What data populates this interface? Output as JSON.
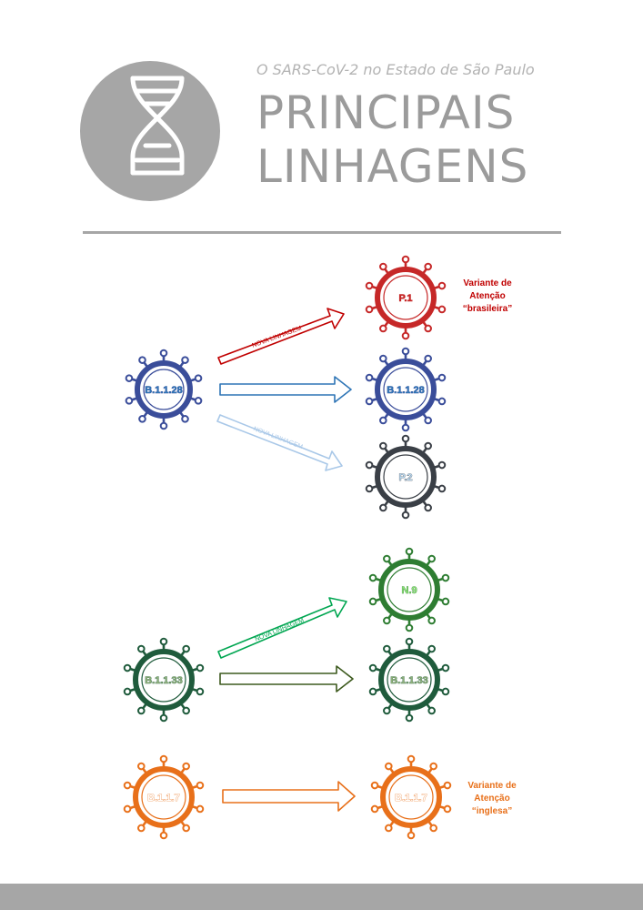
{
  "header": {
    "subtitle": "O SARS-CoV-2 no Estado de São Paulo",
    "title_line1": "PRINCIPAIS",
    "title_line2": "LINHAGENS",
    "logo_icon": "dna-icon"
  },
  "colors": {
    "gray": "#a6a6a6",
    "p1": "#c62828",
    "b1128": "#3a4d9a",
    "b1128_text": "#2e75b6",
    "p2": "#3a3f46",
    "p2_text": "#b9d7ee",
    "b1133": "#1f5b3c",
    "b1133_text": "#8faf7a",
    "n9": "#2e7d32",
    "n9_text": "#8ee07a",
    "b117": "#e8701a",
    "b117_text": "#ffffff",
    "arrow_red": "#c00000",
    "arrow_blue": "#2e75b6",
    "arrow_lightblue": "#a9c8e8",
    "arrow_green": "#00a651",
    "arrow_darkgreen": "#3d5a1e",
    "arrow_orange": "#e8701a"
  },
  "groups": [
    {
      "source": "B.1.1.28",
      "targets": [
        {
          "name": "P.1",
          "arrow_label": "NOVA LINHAGEM",
          "note": [
            "Variante de",
            "Atenção",
            "“brasileira”"
          ]
        },
        {
          "name": "B.1.1.28",
          "arrow_label": ""
        },
        {
          "name": "P.2",
          "arrow_label": "NOVA LINHAGEM"
        }
      ]
    },
    {
      "source": "B.1.1.33",
      "targets": [
        {
          "name": "N.9",
          "arrow_label": "NOVA LINHAGEM"
        },
        {
          "name": "B.1.1.33",
          "arrow_label": ""
        }
      ]
    },
    {
      "source": "B.1.1.7",
      "targets": [
        {
          "name": "B.1.1.7",
          "arrow_label": "",
          "note": [
            "Variante de",
            "Atenção",
            "“inglesa”"
          ]
        }
      ]
    }
  ]
}
